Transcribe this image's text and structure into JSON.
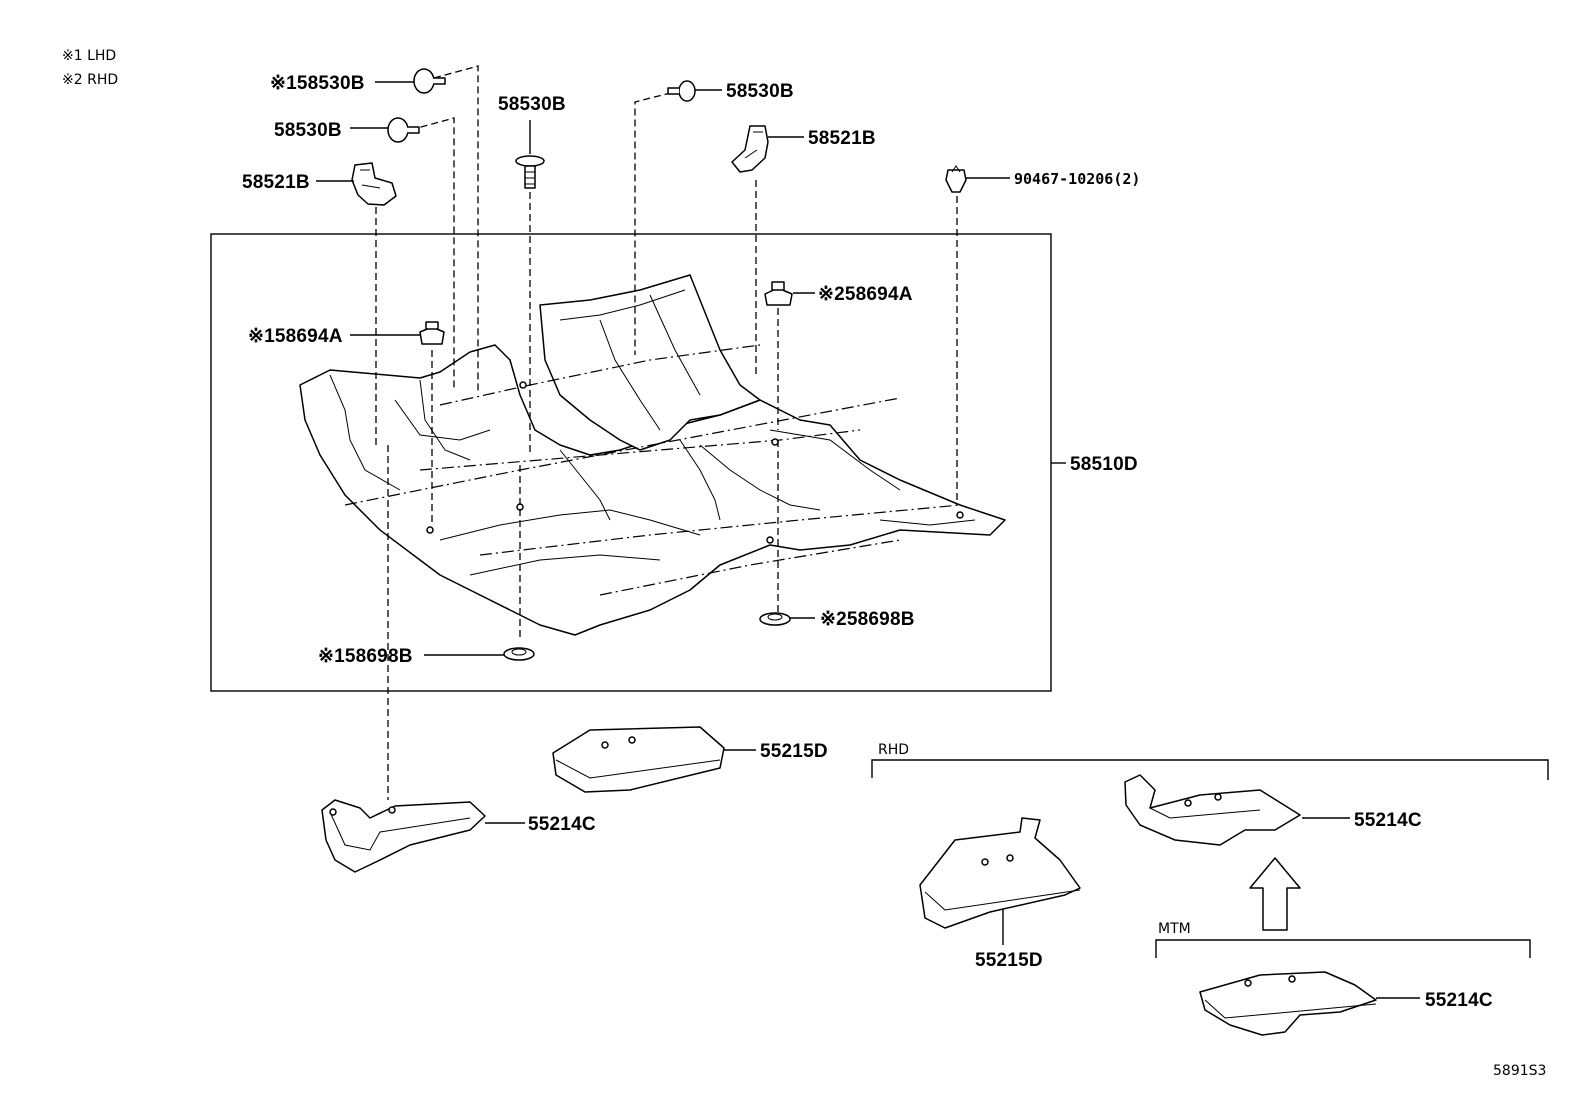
{
  "legend": {
    "note1": "※1 LHD",
    "note2": "※2 RHD"
  },
  "labels": {
    "clip_58530B_top_left": "※158530B",
    "clip_58530B_left": "58530B",
    "clip_58530B_center": "58530B",
    "clip_58530B_right": "58530B",
    "bracket_58521B_left": "58521B",
    "bracket_58521B_right": "58521B",
    "clip_90467": "90467-10206(2)",
    "hook_58694A_left": "※158694A",
    "hook_58694A_right": "※258694A",
    "carpet_58510D": "58510D",
    "grommet_58698B_left": "※158698B",
    "grommet_58698B_right": "※258698B",
    "silencer_55215D_top": "55215D",
    "silencer_55214C_left": "55214C",
    "group_rhd": "RHD",
    "silencer_55214C_rhd": "55214C",
    "silencer_55215D_rhd": "55215D",
    "group_mtm": "MTM",
    "silencer_55214C_mtm": "55214C"
  },
  "illustration_code": "5891S3"
}
